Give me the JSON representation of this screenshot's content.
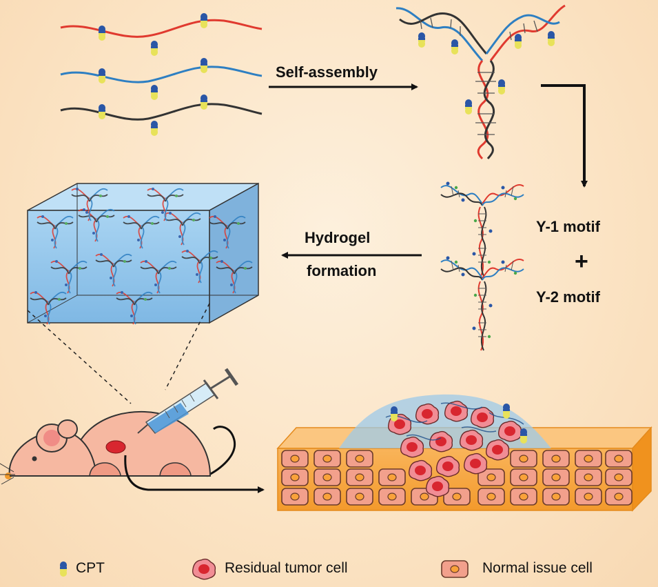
{
  "labels": {
    "self_assembly": "Self-assembly",
    "hydrogel_line1": "Hydrogel",
    "hydrogel_line2": "formation",
    "y1": "Y-1 motif",
    "plus": "+",
    "y2": "Y-2 motif"
  },
  "legend": {
    "cpt": "CPT",
    "tumor": "Residual tumor cell",
    "normal": "Normal issue cell"
  },
  "colors": {
    "strand_red": "#e03a2f",
    "strand_blue": "#2e7fc2",
    "strand_black": "#333333",
    "cpt_blue": "#2a56a6",
    "cpt_yellow": "#e8e25a",
    "cube_fill": "#8fc4ea",
    "tissue_orange": "#f7a43a",
    "cell_fill": "#f2a08c",
    "tumor_red": "#d8262f",
    "mouse_pink": "#f6b8a1"
  },
  "icons": [
    "cpt-capsule-icon",
    "tumor-cell-icon",
    "normal-cell-icon",
    "syringe-icon",
    "mouse-icon"
  ]
}
